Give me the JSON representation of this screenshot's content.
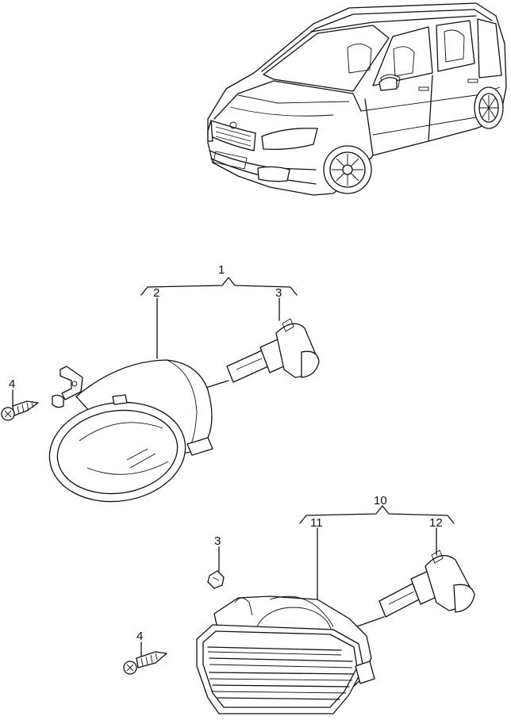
{
  "diagram": {
    "callouts": {
      "c1": "1",
      "c2": "2",
      "c3a": "3",
      "c4a": "4",
      "c10": "10",
      "c11": "11",
      "c12": "12",
      "c3b": "3",
      "c4b": "4"
    }
  }
}
